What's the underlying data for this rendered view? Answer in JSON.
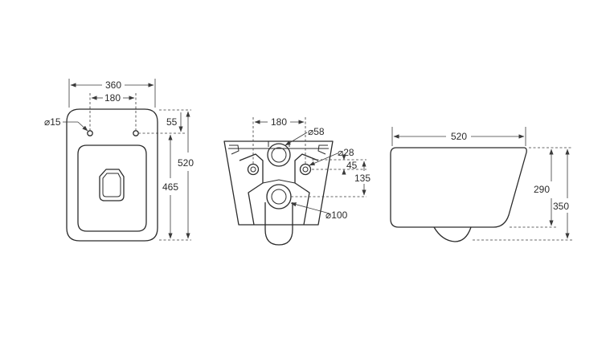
{
  "front_view": {
    "width_overall": "360",
    "hole_spacing": "180",
    "hole_diameter": "⌀15",
    "hole_offset": "55",
    "length_overall": "520",
    "length_to_holes": "465"
  },
  "back_view": {
    "bolt_spacing": "180",
    "inlet_diameter": "⌀58",
    "bolt_diameter": "⌀28",
    "bolt_offset": "45",
    "outlet_offset": "135",
    "outlet_diameter": "⌀100"
  },
  "side_view": {
    "length": "520",
    "body_height": "290",
    "overall_height": "350"
  }
}
